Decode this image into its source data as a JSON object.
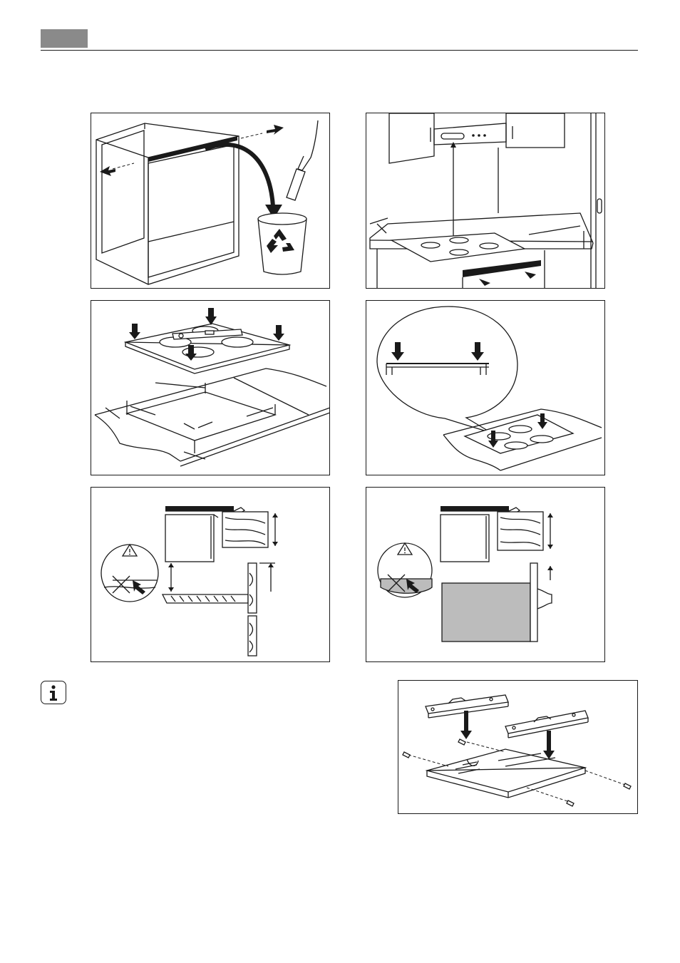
{
  "header": {
    "tab_color": "#8a8a8a",
    "rule_color": "#1a1a1a"
  },
  "figures": [
    {
      "id": "fig-1",
      "icon": "recycle-icon"
    },
    {
      "id": "fig-2",
      "icon": "none"
    },
    {
      "id": "fig-3",
      "icon": "spirit-level-icon"
    },
    {
      "id": "fig-4",
      "icon": "magnifier-callout-icon"
    },
    {
      "id": "fig-5",
      "icon": "warning-triangle-icon"
    },
    {
      "id": "fig-6",
      "icon": "warning-triangle-icon"
    },
    {
      "id": "fig-7",
      "icon": "none"
    }
  ],
  "info_note": {
    "icon": "info-icon"
  },
  "colors": {
    "line": "#1a1a1a",
    "fill_grey": "#bcbcbc",
    "header_tab": "#8a8a8a"
  }
}
